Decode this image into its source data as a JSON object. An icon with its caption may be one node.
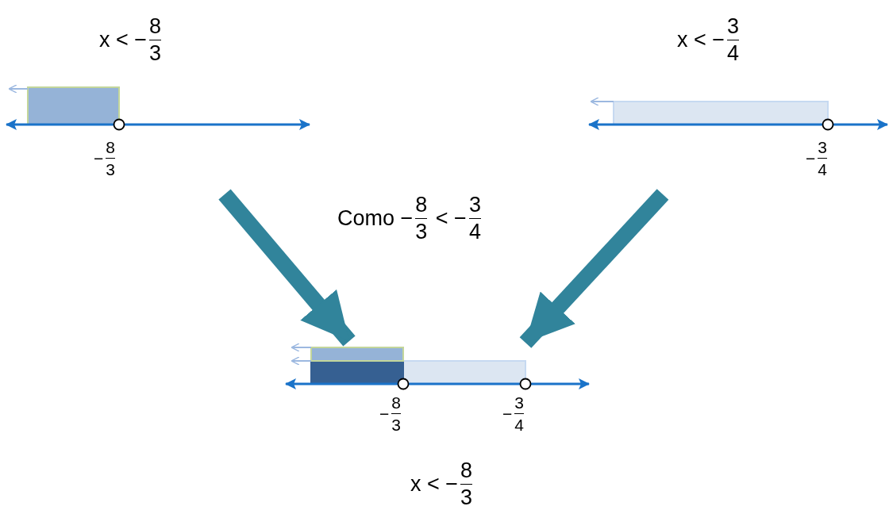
{
  "diagram": {
    "nodes": [
      {
        "text": [
          "x < −8/3",
          "−8/3"
        ]
      },
      {
        "text": [
          "x < −3/4",
          "−3/4"
        ]
      },
      {
        "text": [
          "−8/3",
          "−3/4",
          "x < −8/3"
        ]
      }
    ],
    "edges": [
      {
        "from": 0,
        "to": 2,
        "arrow": "to"
      },
      {
        "from": 1,
        "to": 2,
        "arrow": "to"
      }
    ],
    "labels": [
      "Como −8/3 < −3/4"
    ]
  }
}
